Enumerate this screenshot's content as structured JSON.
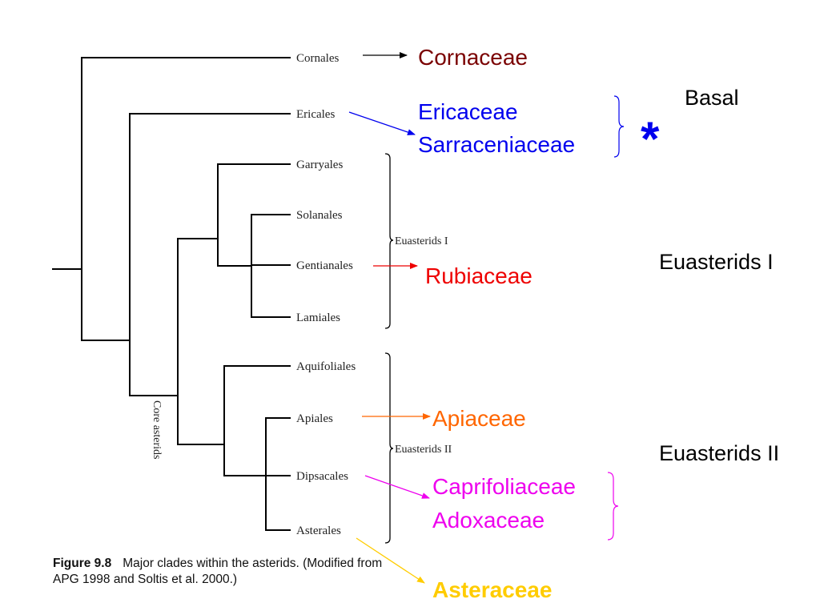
{
  "tree": {
    "orders": {
      "cornales": "Cornales",
      "ericales": "Ericales",
      "garryales": "Garryales",
      "solanales": "Solanales",
      "gentianales": "Gentianales",
      "lamiales": "Lamiales",
      "aquifoliales": "Aquifoliales",
      "apiales": "Apiales",
      "dipsacales": "Dipsacales",
      "asterales": "Asterales"
    },
    "clades": {
      "euasterids_1": "Euasterids I",
      "euasterids_2": "Euasterids II",
      "core_asterids": "Core asterids"
    }
  },
  "caption": {
    "figure_label": "Figure 9.8",
    "line1": "Major clades within the asterids. (Modified from",
    "line2": "APG 1998 and Soltis et al. 2000.)"
  },
  "families": {
    "cornaceae": "Cornaceae",
    "ericaceae": "Ericaceae",
    "sarraceniaceae": "Sarraceniaceae",
    "rubiaceae": "Rubiaceae",
    "apiaceae": "Apiaceae",
    "caprifoliaceae": "Caprifoliaceae",
    "adoxaceae": "Adoxaceae",
    "asteraceae": "Asteraceae"
  },
  "group_labels": {
    "basal": "Basal",
    "basal_marker": "*",
    "euasterids_1": "Euasterids I",
    "euasterids_2": "Euasterids II"
  },
  "colors": {
    "tree": "#000000",
    "cornaceae": "#7a0000",
    "ericales_group": "#0000ee",
    "rubiaceae": "#ee0000",
    "apiaceae": "#ff6600",
    "dipsacales_group": "#ee00ee",
    "asteraceae": "#ffcc00",
    "basal_marker": "#0000ee"
  }
}
